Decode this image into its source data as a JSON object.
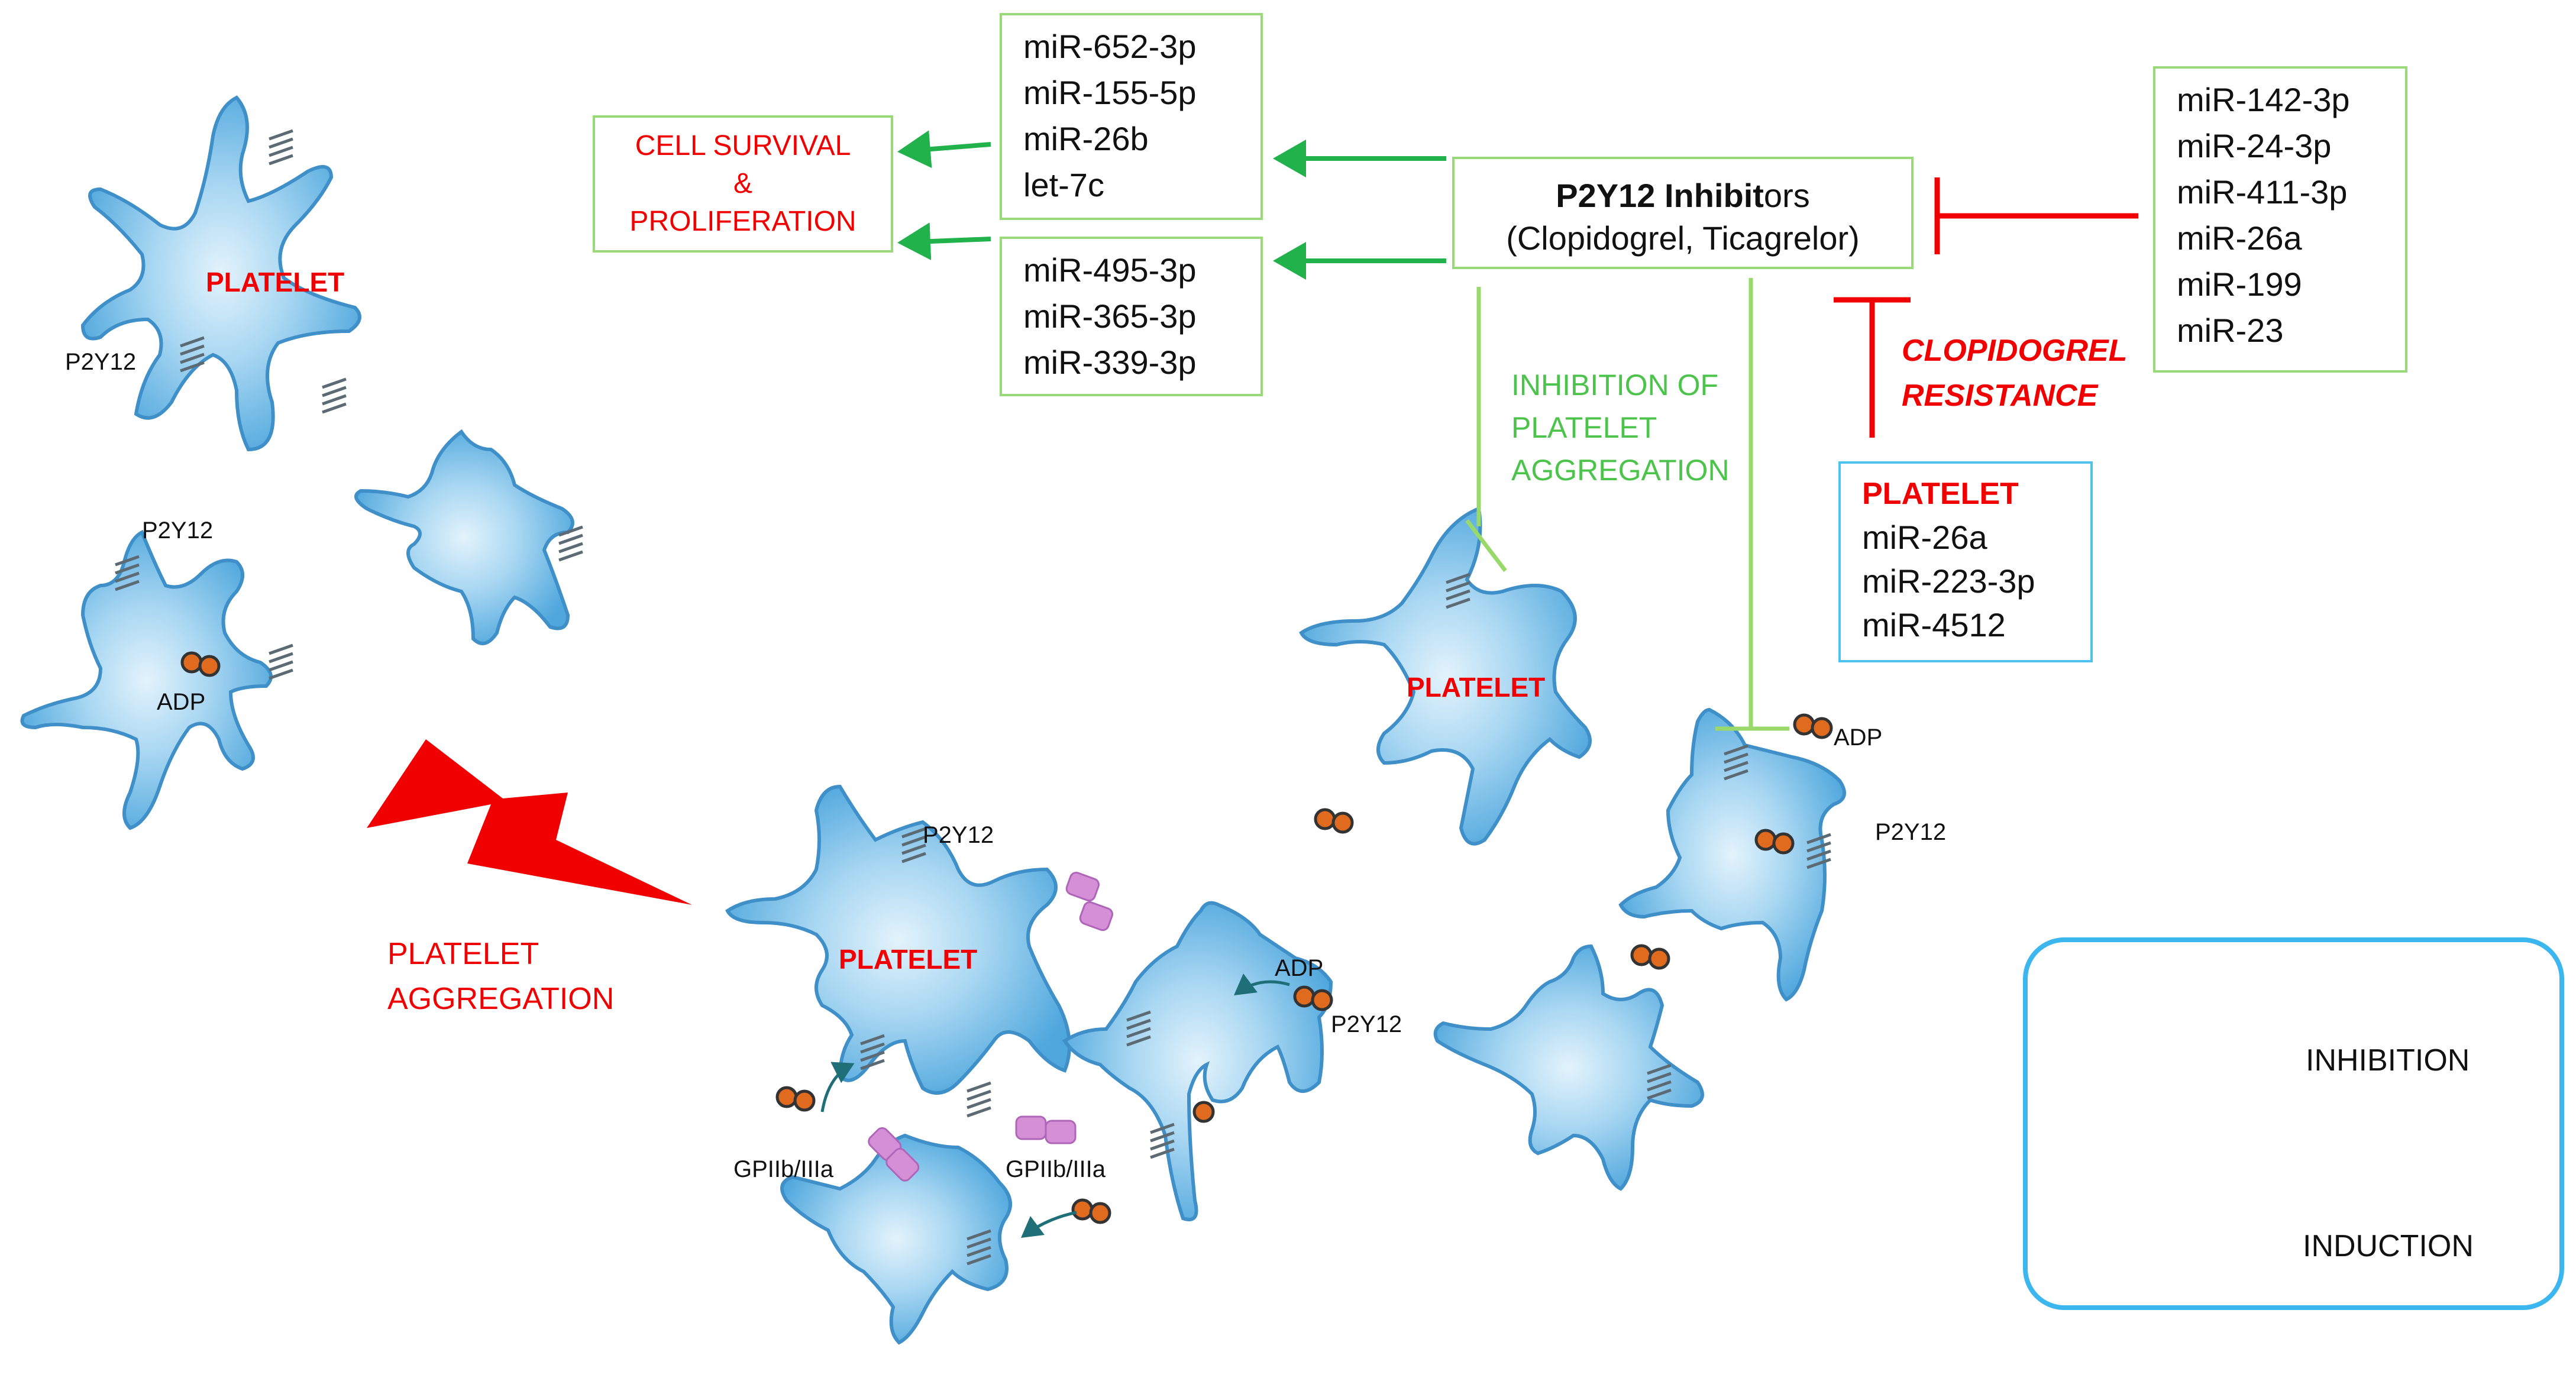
{
  "top_mirs_1": [
    "miR-652-3p",
    "miR-155-5p",
    "miR-26b",
    "let-7c"
  ],
  "top_mirs_2": [
    "miR-495-3p",
    "miR-365-3p",
    "miR-339-3p"
  ],
  "right_mirs": [
    "miR-142-3p",
    "miR-24-3p",
    "miR-411-3p",
    "miR-26a",
    "miR-199",
    "miR-23"
  ],
  "cell_survival": {
    "line1": "CELL SURVIVAL",
    "line2": "&",
    "line3": "PROLIFERATION"
  },
  "inhibitors": {
    "title_bold": "P2Y12 Inhibit",
    "title_rest": "ors",
    "subtitle": "(Clopidogrel, Ticagrelor)"
  },
  "clopidogrel_resistance": {
    "line1": "CLOPIDOGREL",
    "line2": "RESISTANCE"
  },
  "inhibition_label": {
    "line1": "INHIBITION OF",
    "line2": "PLATELET",
    "line3": "AGGREGATION"
  },
  "platelet_mirs": {
    "header": "PLATELET",
    "items": [
      "miR-26a",
      "miR-223-3p",
      "miR-4512"
    ]
  },
  "platelet_aggregation": {
    "line1": "PLATELET",
    "line2": "AGGREGATION"
  },
  "labels": {
    "platelet": "PLATELET",
    "p2y12": "P2Y12",
    "adp": "ADP",
    "gp": "GPIIb/IIIa"
  },
  "legend": {
    "inhibition": "INHIBITION",
    "induction": "INDUCTION"
  },
  "colors": {
    "platelet_fill": "#5aaee0",
    "platelet_core": "#d4ecfa",
    "red": "#f00000",
    "light_green": "#99d96b",
    "dark_green": "#22b24c",
    "blue_border": "#3cb6ee"
  }
}
